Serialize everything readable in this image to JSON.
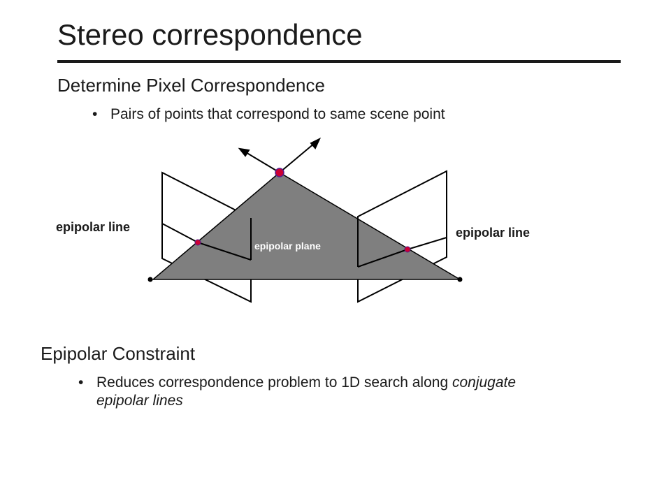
{
  "slide": {
    "title": "Stereo correspondence",
    "section1": {
      "heading": "Determine Pixel Correspondence",
      "bullet": "Pairs of points that correspond to same scene point"
    },
    "diagram": {
      "left_label": "epipolar line",
      "right_label": "epipolar line",
      "plane_label": "epipolar plane",
      "colors": {
        "plane_fill": "#7f7f7f",
        "point_fill": "#cc0033",
        "point_outline": "#5a1a8a",
        "line": "#000000"
      }
    },
    "section2": {
      "heading": "Epipolar Constraint",
      "bullet_prefix": "Reduces correspondence problem to 1D search along ",
      "bullet_emph_1": "conjugate",
      "bullet_emph_2": "epipolar lines"
    }
  }
}
